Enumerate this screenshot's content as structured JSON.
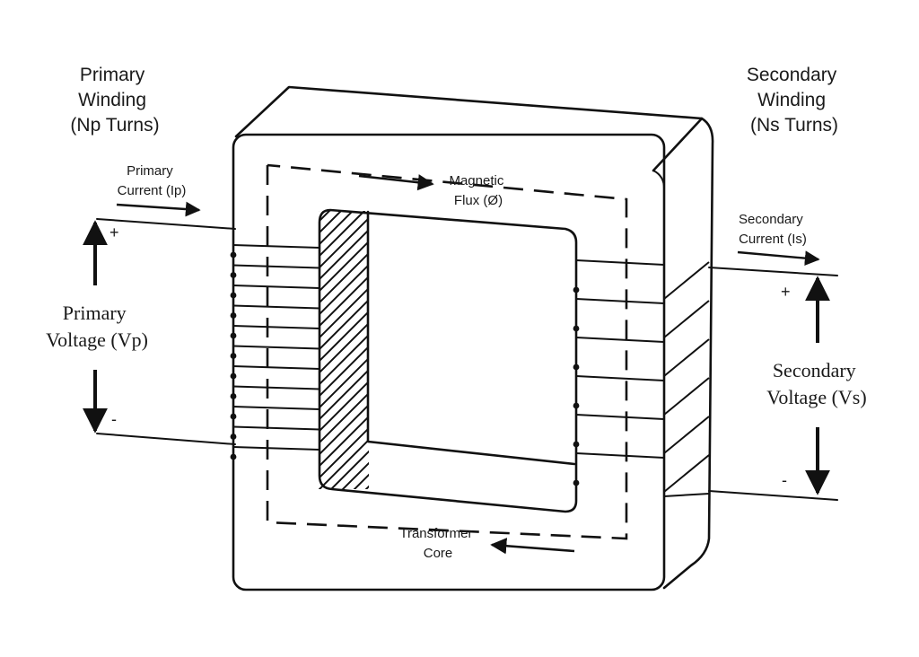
{
  "labels": {
    "primary_winding": [
      "Primary",
      "Winding",
      "(Np Turns)"
    ],
    "secondary_winding": [
      "Secondary",
      "Winding",
      "(Ns Turns)"
    ],
    "primary_current": [
      "Primary",
      "Current (Ip)"
    ],
    "secondary_current": [
      "Secondary",
      "Current (Is)"
    ],
    "magnetic_flux": [
      "Magnetic",
      "Flux (Ø)"
    ],
    "transformer_core": [
      "Transformer",
      "Core"
    ],
    "primary_voltage": [
      "Primary",
      "Voltage (Vp)"
    ],
    "secondary_voltage": [
      "Secondary",
      "Voltage (Vs)"
    ],
    "primary_plus": "+",
    "primary_minus": "-",
    "secondary_plus": "+",
    "secondary_minus": "-"
  },
  "windings": {
    "primary_turns_drawn": 11,
    "secondary_turns_drawn": 6
  },
  "colors": {
    "line": "#111111",
    "background": "#ffffff"
  }
}
